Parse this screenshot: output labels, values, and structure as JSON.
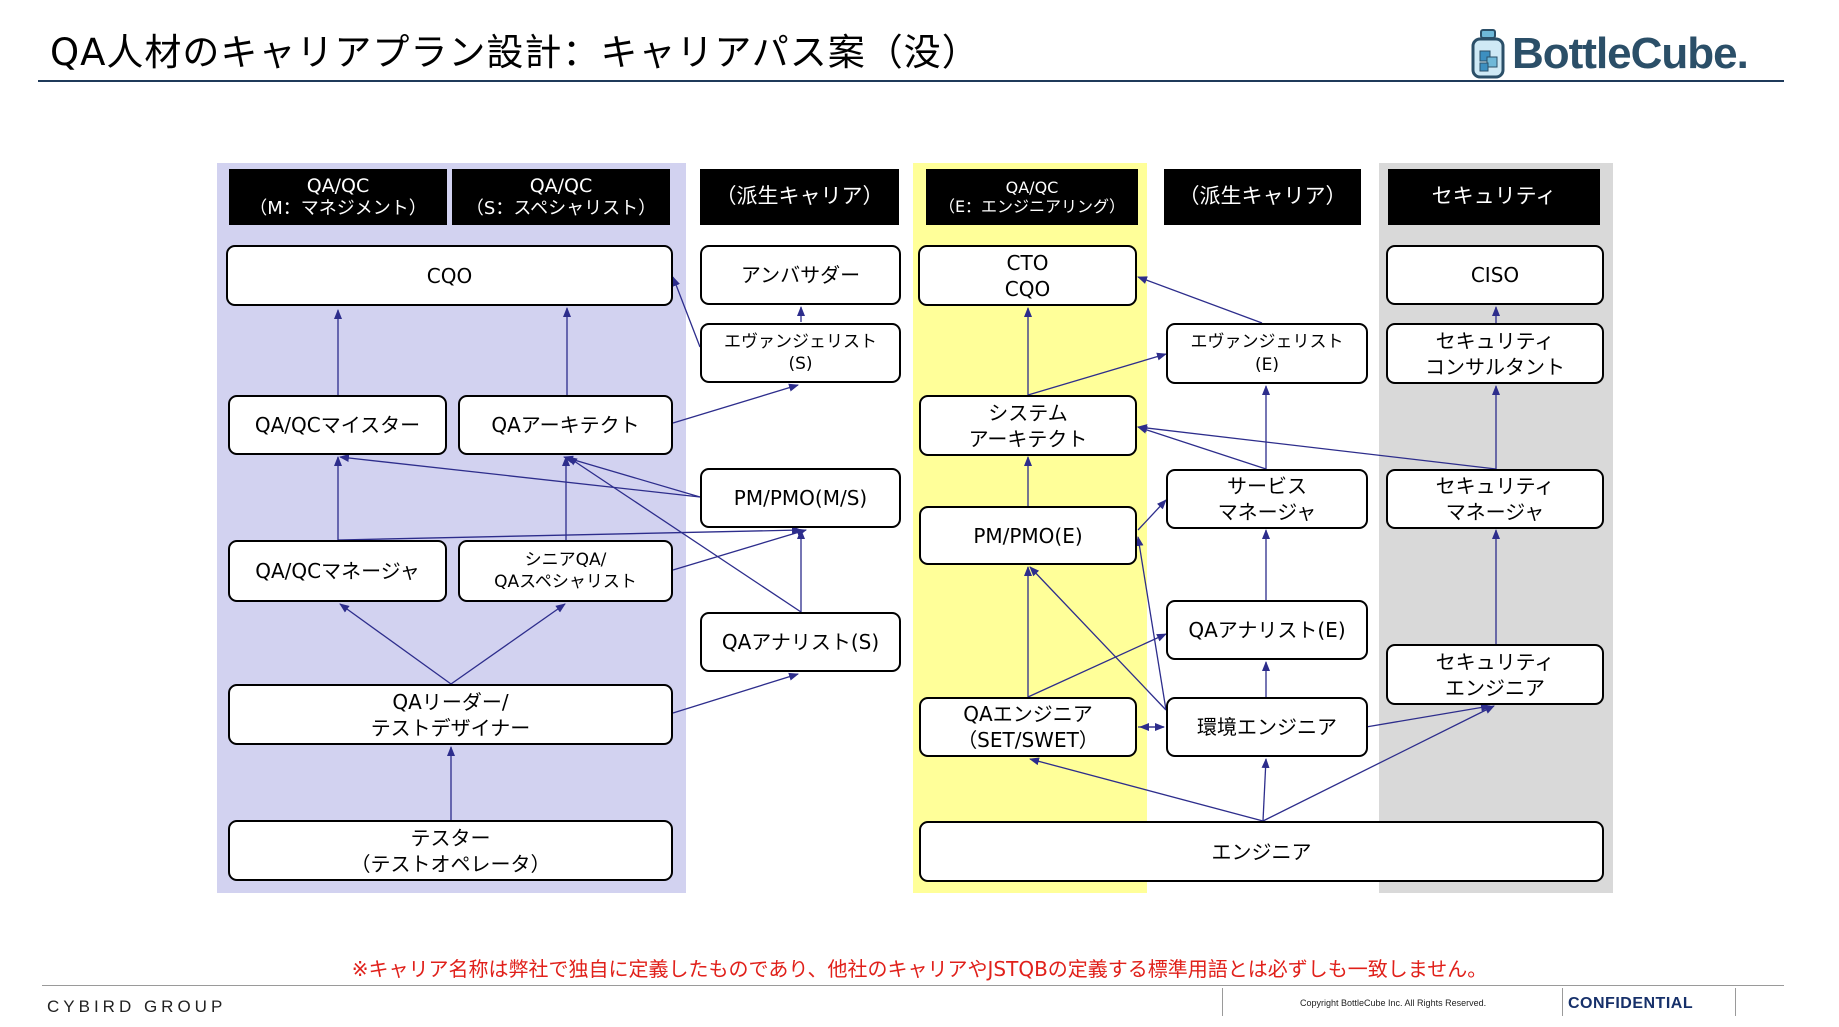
{
  "title": "QA人材のキャリアプラン設計：キャリアパス案（没）",
  "logo": {
    "text": "BottleCube.",
    "icon": "bottle-cube-icon"
  },
  "headers": {
    "qa_m": {
      "line1": "QA/QC",
      "line2": "（M：マネジメント）"
    },
    "qa_s": {
      "line1": "QA/QC",
      "line2": "（S：スペシャリスト）"
    },
    "derived_1": {
      "line1": "（派生キャリア）"
    },
    "qa_e": {
      "line1": "QA/QC",
      "line2": "（E：エンジニアリング）"
    },
    "derived_2": {
      "line1": "（派生キャリア）"
    },
    "security": {
      "line1": "セキュリティ"
    }
  },
  "nodes": {
    "cqo": {
      "line1": "CQO"
    },
    "qa_meister": {
      "line1": "QA/QCマイスター"
    },
    "qa_architect": {
      "line1": "QAアーキテクト"
    },
    "qa_manager": {
      "line1": "QA/QCマネージャ"
    },
    "senior_qa": {
      "line1": "シニアQA/",
      "line2": "QAスペシャリスト"
    },
    "qa_leader": {
      "line1": "QAリーダー/",
      "line2": "テストデザイナー"
    },
    "tester": {
      "line1": "テスター",
      "line2": "（テストオペレータ）"
    },
    "ambassador": {
      "line1": "アンバサダー"
    },
    "evangelist_s": {
      "line1": "エヴァンジェリスト",
      "line2": "(S)"
    },
    "pm_pmo_ms": {
      "line1": "PM/PMO(M/S)"
    },
    "qa_analyst_s": {
      "line1": "QAアナリスト(S)"
    },
    "cto_cqo": {
      "line1": "CTO",
      "line2": "CQO"
    },
    "system_architect": {
      "line1": "システム",
      "line2": "アーキテクト"
    },
    "pm_pmo_e": {
      "line1": "PM/PMO(E)"
    },
    "qa_engineer": {
      "line1": "QAエンジニア",
      "line2": "（SET/SWET）"
    },
    "evangelist_e": {
      "line1": "エヴァンジェリスト",
      "line2": "(E)"
    },
    "service_manager": {
      "line1": "サービス",
      "line2": "マネージャ"
    },
    "qa_analyst_e": {
      "line1": "QAアナリスト(E)"
    },
    "env_engineer": {
      "line1": "環境エンジニア"
    },
    "ciso": {
      "line1": "CISO"
    },
    "security_consultant": {
      "line1": "セキュリティ",
      "line2": "コンサルタント"
    },
    "security_manager": {
      "line1": "セキュリティ",
      "line2": "マネージャ"
    },
    "security_engineer": {
      "line1": "セキュリティ",
      "line2": "エンジニア"
    },
    "engineer": {
      "line1": "エンジニア"
    }
  },
  "colors": {
    "qa_column_bg": "#d2d2f0",
    "qa_e_column_bg": "#ffff99",
    "security_column_bg": "#d9d9d9",
    "arrow": "#2d2d8c",
    "note_text": "#e0201a",
    "logo_text": "#2b4f68",
    "confidential": "#16306a"
  },
  "note": "※キャリア名称は弊社で独自に定義したものであり、他社のキャリアやJSTQBの定義する標準用語とは必ずしも一致しません。",
  "footer": {
    "brand": "CYBIRD GROUP",
    "copyright": "Copyright BottleCube Inc. All Rights Reserved.",
    "confidential": "CONFIDENTIAL"
  }
}
